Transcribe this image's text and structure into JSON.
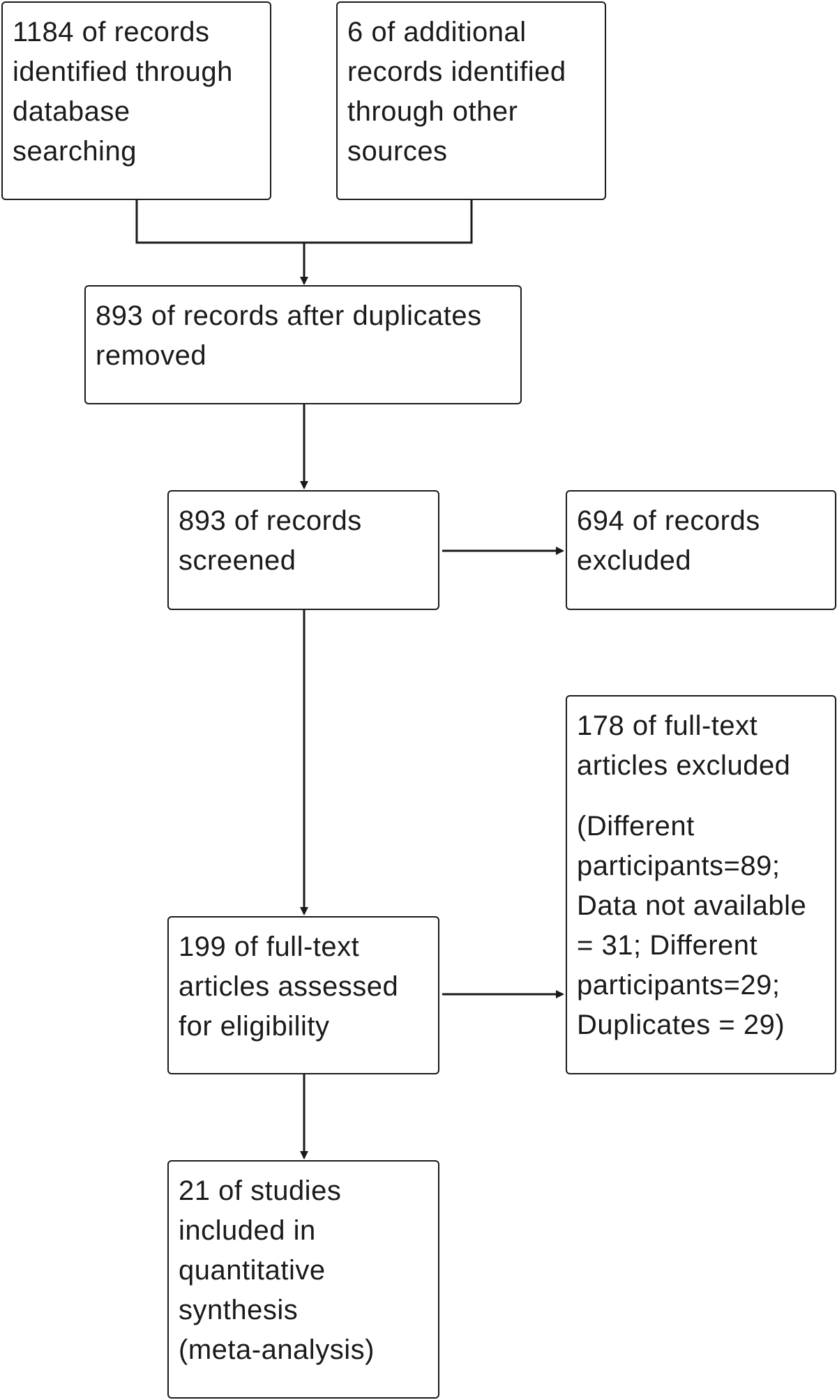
{
  "flowchart": {
    "identification": {
      "database": {
        "lines": [
          "1184 of records",
          "identified through",
          "database",
          "searching"
        ]
      },
      "other_sources": {
        "lines": [
          "6 of additional",
          "records identified",
          "through other",
          "sources"
        ]
      }
    },
    "duplicates_removed": {
      "lines": [
        "893 of records after duplicates",
        "removed"
      ]
    },
    "screened": {
      "lines": [
        "893 of records",
        "screened"
      ]
    },
    "screened_excluded": {
      "lines": [
        "694 of records",
        "excluded"
      ]
    },
    "eligibility": {
      "lines": [
        "199 of full-text",
        "articles assessed",
        "for eligibility"
      ]
    },
    "fulltext_excluded": {
      "heading_lines": [
        "178 of full-text",
        "articles excluded"
      ],
      "reason_lines": [
        "(Different",
        "participants=89;",
        "Data not available",
        "= 31; Different",
        "participants=29;",
        "Duplicates = 29)"
      ]
    },
    "included": {
      "lines": [
        "21 of studies",
        "included in",
        "quantitative",
        "synthesis",
        "(meta-analysis)"
      ]
    }
  },
  "style": {
    "stroke_color": "#1a1a1a",
    "background": "#ffffff"
  }
}
